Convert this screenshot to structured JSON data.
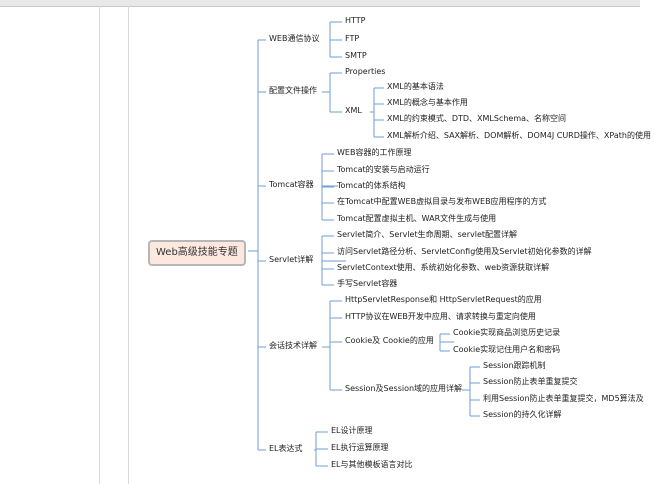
{
  "mindmap": {
    "root": "Web高级技能专题",
    "branches": [
      {
        "label": "WEB通信协议",
        "children": [
          {
            "label": "HTTP"
          },
          {
            "label": "FTP"
          },
          {
            "label": "SMTP"
          }
        ]
      },
      {
        "label": "配置文件操作",
        "children": [
          {
            "label": "Properties"
          },
          {
            "label": "XML",
            "children": [
              {
                "label": "XML的基本语法"
              },
              {
                "label": "XML的概念与基本作用"
              },
              {
                "label": "XML的约束模式、DTD、XMLSchema、名称空间"
              },
              {
                "label": "XML解析介绍、SAX解析、DOM解析、DOM4J CURD操作、XPath的使用"
              }
            ]
          }
        ]
      },
      {
        "label": "Tomcat容器",
        "children": [
          {
            "label": "WEB容器的工作原理"
          },
          {
            "label": "Tomcat的安装与启动运行"
          },
          {
            "label": "Tomcat的体系结构"
          },
          {
            "label": "在Tomcat中配置WEB虚拟目录与发布WEB应用程序的方式"
          },
          {
            "label": "Tomcat配置虚拟主机、WAR文件生成与使用"
          }
        ]
      },
      {
        "label": "Servlet详解",
        "children": [
          {
            "label": "Servlet简介、Servlet生命周期、servlet配置详解"
          },
          {
            "label": "访问Servlet路径分析、ServletConfig使用及Servlet初始化参数的详解"
          },
          {
            "label": "ServletContext使用、系统初始化参数、web资源获取详解"
          },
          {
            "label": "手写Servlet容器"
          }
        ]
      },
      {
        "label": "会话技术详解",
        "children": [
          {
            "label": "HttpServletResponse和 HttpServletRequest的应用"
          },
          {
            "label": "HTTP协议在WEB开发中应用、请求转换与重定向使用"
          },
          {
            "label": "Cookie及 Cookie的应用",
            "children": [
              {
                "label": "Cookie实现商品浏览历史记录"
              },
              {
                "label": "Cookie实现记住用户名和密码"
              }
            ]
          },
          {
            "label": "Session及Session域的应用详解",
            "children": [
              {
                "label": "Session跟踪机制"
              },
              {
                "label": "Session防止表单重复提交"
              },
              {
                "label": "利用Session防止表单重复提交，MD5算法及"
              },
              {
                "label": "Session的持久化详解"
              }
            ]
          }
        ]
      },
      {
        "label": "EL表达式",
        "children": [
          {
            "label": "EL设计原理"
          },
          {
            "label": "EL执行运算原理"
          },
          {
            "label": "EL与其他模板语言对比"
          }
        ]
      }
    ]
  },
  "colors": {
    "line": "#6f9ed6",
    "root_fill": "#fde8e0",
    "root_border": "#b7b7b7",
    "text": "#222222"
  }
}
